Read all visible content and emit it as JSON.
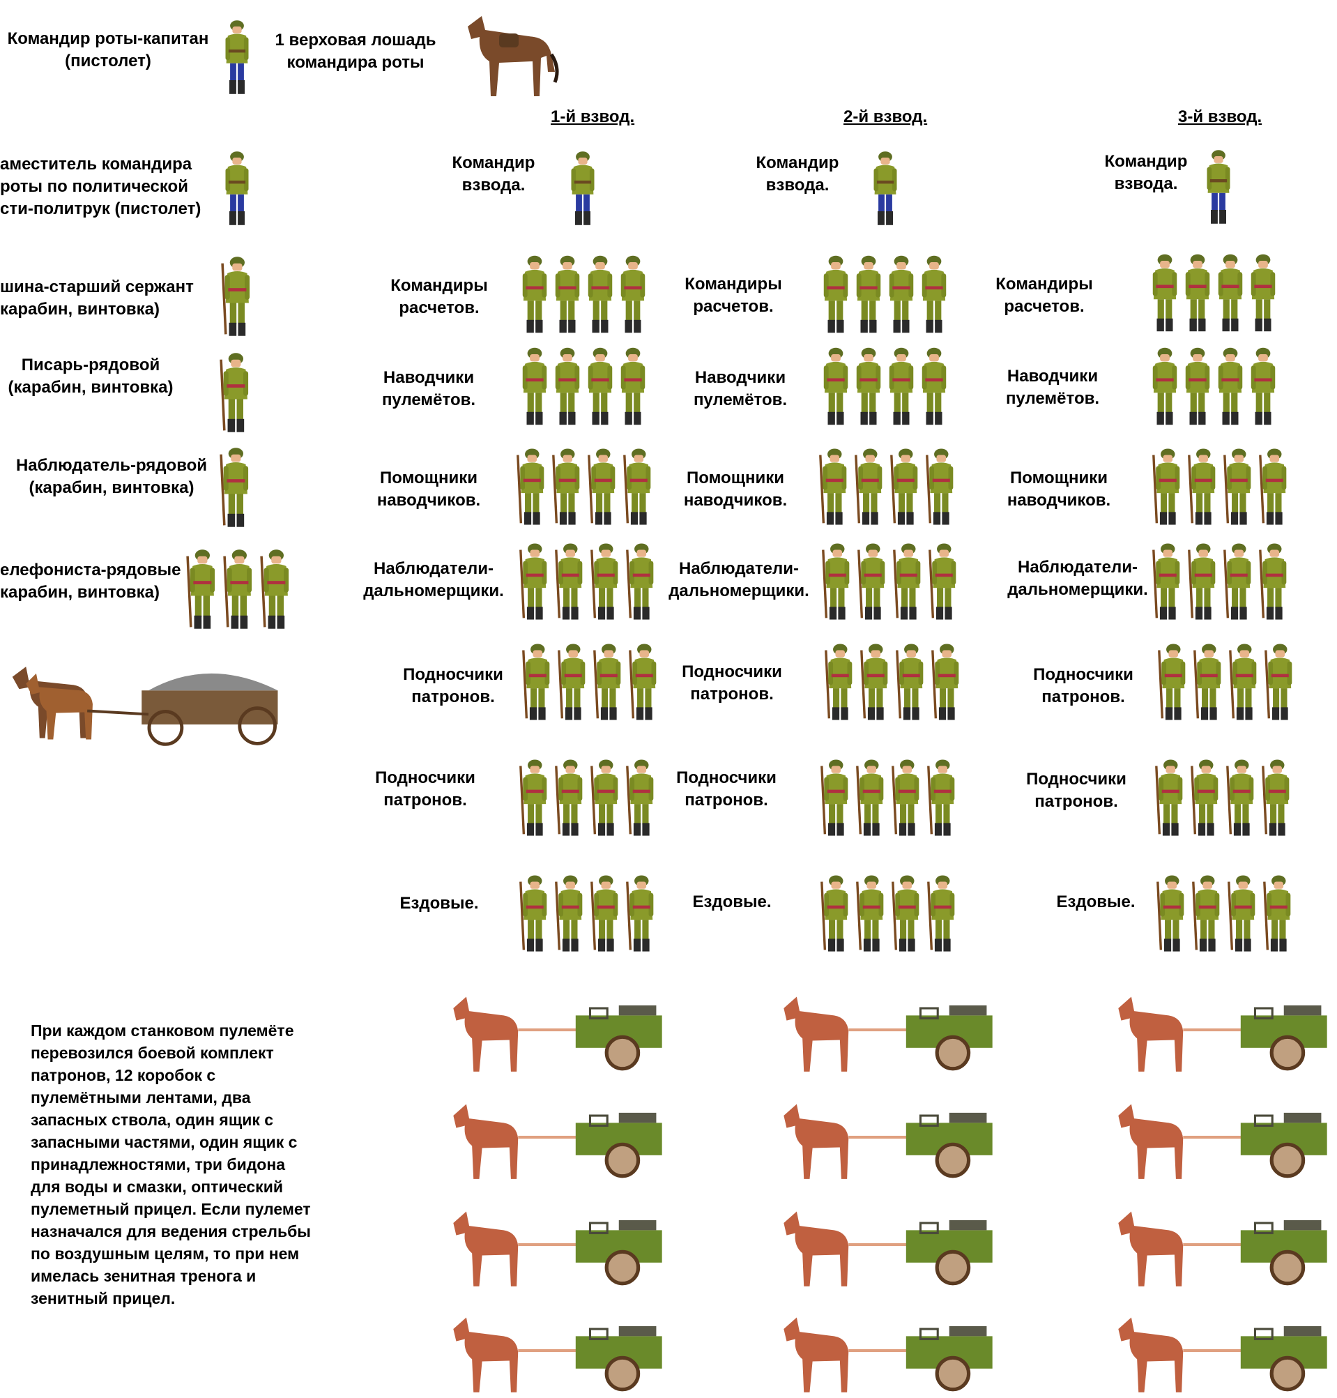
{
  "hq": {
    "company_commander": "Командир роты-капитан\n(пистолет)",
    "commander_horse": "1 верховая лошадь\nкомандира роты",
    "deputy_political": "аместитель командира\nроты по политической\nсти-политрук (пистолет)",
    "sergeant_major": "шина-старший сержант\nкарабин, винтовка)",
    "clerk": "Писарь-рядовой\n(карабин, винтовка)",
    "observer": "Наблюдатель-рядовой\n(карабин, винтовка)",
    "telephonists": "елефониста-рядовые\nкарабин, винтовка)"
  },
  "platoons": [
    {
      "title": "1-й взвод."
    },
    {
      "title": "2-й взвод."
    },
    {
      "title": "3-й взвод."
    }
  ],
  "rows": {
    "platoon_commander": "Командир\nвзвода.",
    "squad_leaders": "Командиры\nрасчетов.",
    "gunners": "Наводчики\nпулемётов.",
    "assistant_gunners": "Помощники\nнаводчиков.",
    "rangefinders": "Наблюдатели-\nдальномерщики.",
    "ammo_bearers": "Подносчики\nпатронов.",
    "drivers": "Ездовые."
  },
  "note": " При каждом станковом пулемёте\nперевозился боевой комплект\nпатронов, 12 коробок с\nпулемётными лентами, два\nзапасных ствола, один ящик с\nзапасными частями, один ящик с\nпринадлежностями, три бидона\nдля воды и смазки, оптический\nпулеметный прицел. Если пулемет\nназначался для ведения стрельбы\nпо воздушным целям, то при нем\nимелась зенитная тренога и\nзенитный прицел.",
  "colors": {
    "uniform": "#8a9a2a",
    "helmet": "#5f6e22",
    "officer_trousers": "#2a3aa0",
    "boots": "#2a2a2a",
    "skin": "#e8b48a",
    "rifle": "#7a4a20",
    "horse_brown": "#7a4a2a",
    "horse_red": "#c06040",
    "cart_green": "#6a8a2a",
    "wheel": "#5a3a20"
  }
}
